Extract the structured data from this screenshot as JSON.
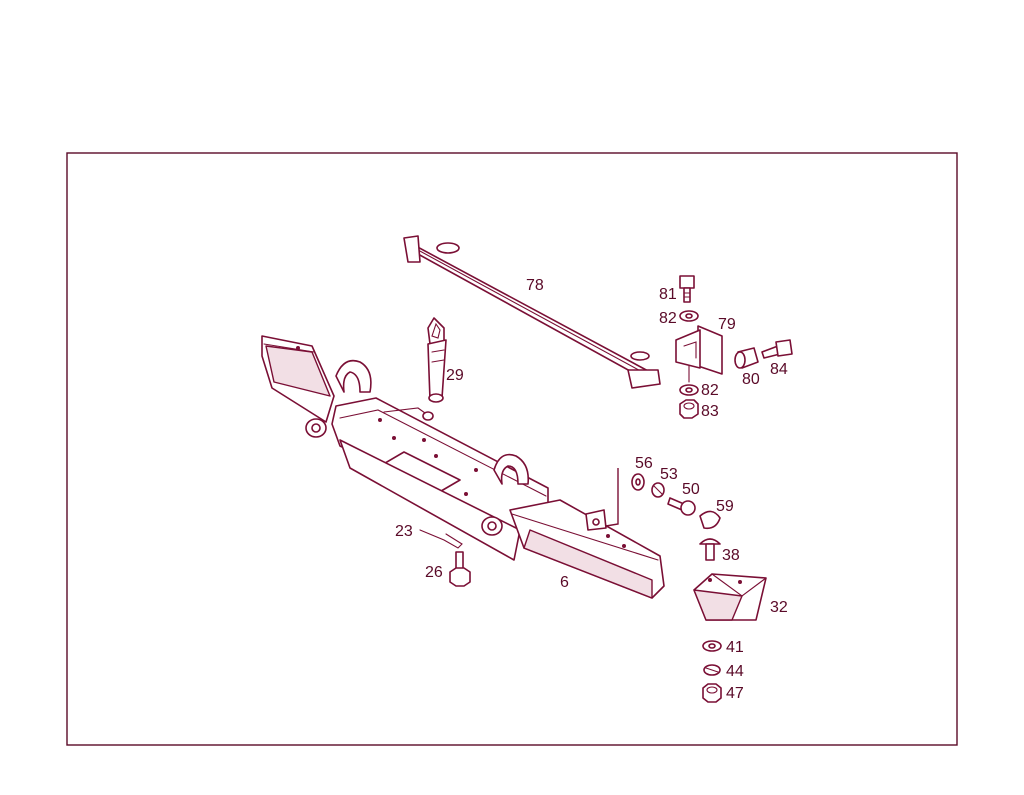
{
  "callouts": {
    "c78": "78",
    "c81": "81",
    "c82a": "82",
    "c79": "79",
    "c80": "80",
    "c84": "84",
    "c82b": "82",
    "c83": "83",
    "c29": "29",
    "c56": "56",
    "c53": "53",
    "c50": "50",
    "c59": "59",
    "c38": "38",
    "c23": "23",
    "c26": "26",
    "c6": "6",
    "c32": "32",
    "c41": "41",
    "c44": "44",
    "c47": "47"
  },
  "colors": {
    "line": "#7a0f35",
    "frame": "#5a0a28",
    "background": "#ffffff"
  }
}
